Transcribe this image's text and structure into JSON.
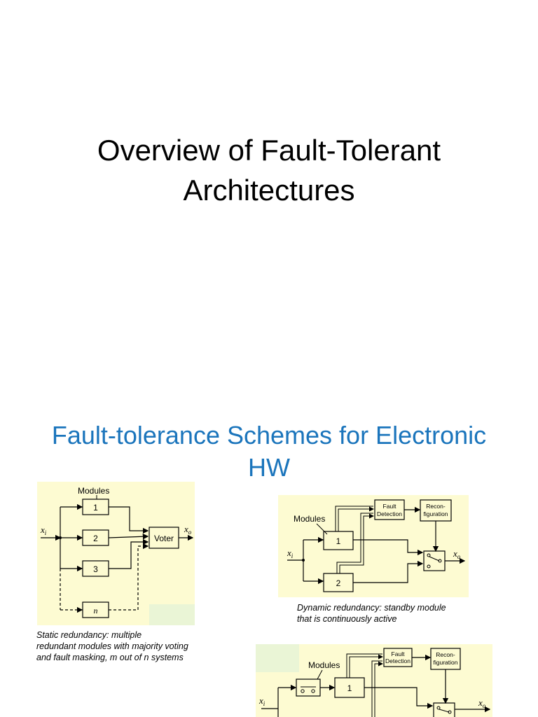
{
  "slide1": {
    "title_line1": "Overview of Fault-Tolerant",
    "title_line2": "Architectures"
  },
  "slide2": {
    "title_line1": "Fault-tolerance Schemes for Electronic",
    "title_line2": "HW",
    "static_diagram": {
      "modules_label": "Modules",
      "module_1": "1",
      "module_2": "2",
      "module_3": "3",
      "module_n": "n",
      "voter_label": "Voter",
      "input_label": "x",
      "input_sub": "i",
      "output_label": "x",
      "output_sub": "o"
    },
    "static_caption": [
      "Static redundancy: multiple",
      "redundant modules with majority voting",
      "and fault masking, m out of n systems"
    ],
    "dynamic_diagram": {
      "modules_label": "Modules",
      "module_1": "1",
      "module_2": "2",
      "fault_detection_line1": "Fault",
      "fault_detection_line2": "Detection",
      "reconfig_line1": "Recon-",
      "reconfig_line2": "figuration",
      "input_label": "x",
      "input_sub": "i",
      "output_label": "x",
      "output_sub": "o"
    },
    "dynamic_caption": [
      "Dynamic redundancy: standby module",
      "that is continuously active"
    ],
    "third_diagram": {
      "modules_label": "Modules",
      "module_1": "1",
      "fault_detection_line1": "Fault",
      "fault_detection_line2": "Detection",
      "reconfig_line1": "Recon-",
      "reconfig_line2": "figuration",
      "input_label": "x",
      "input_sub": "i",
      "output_label": "x",
      "output_sub": "o"
    }
  }
}
